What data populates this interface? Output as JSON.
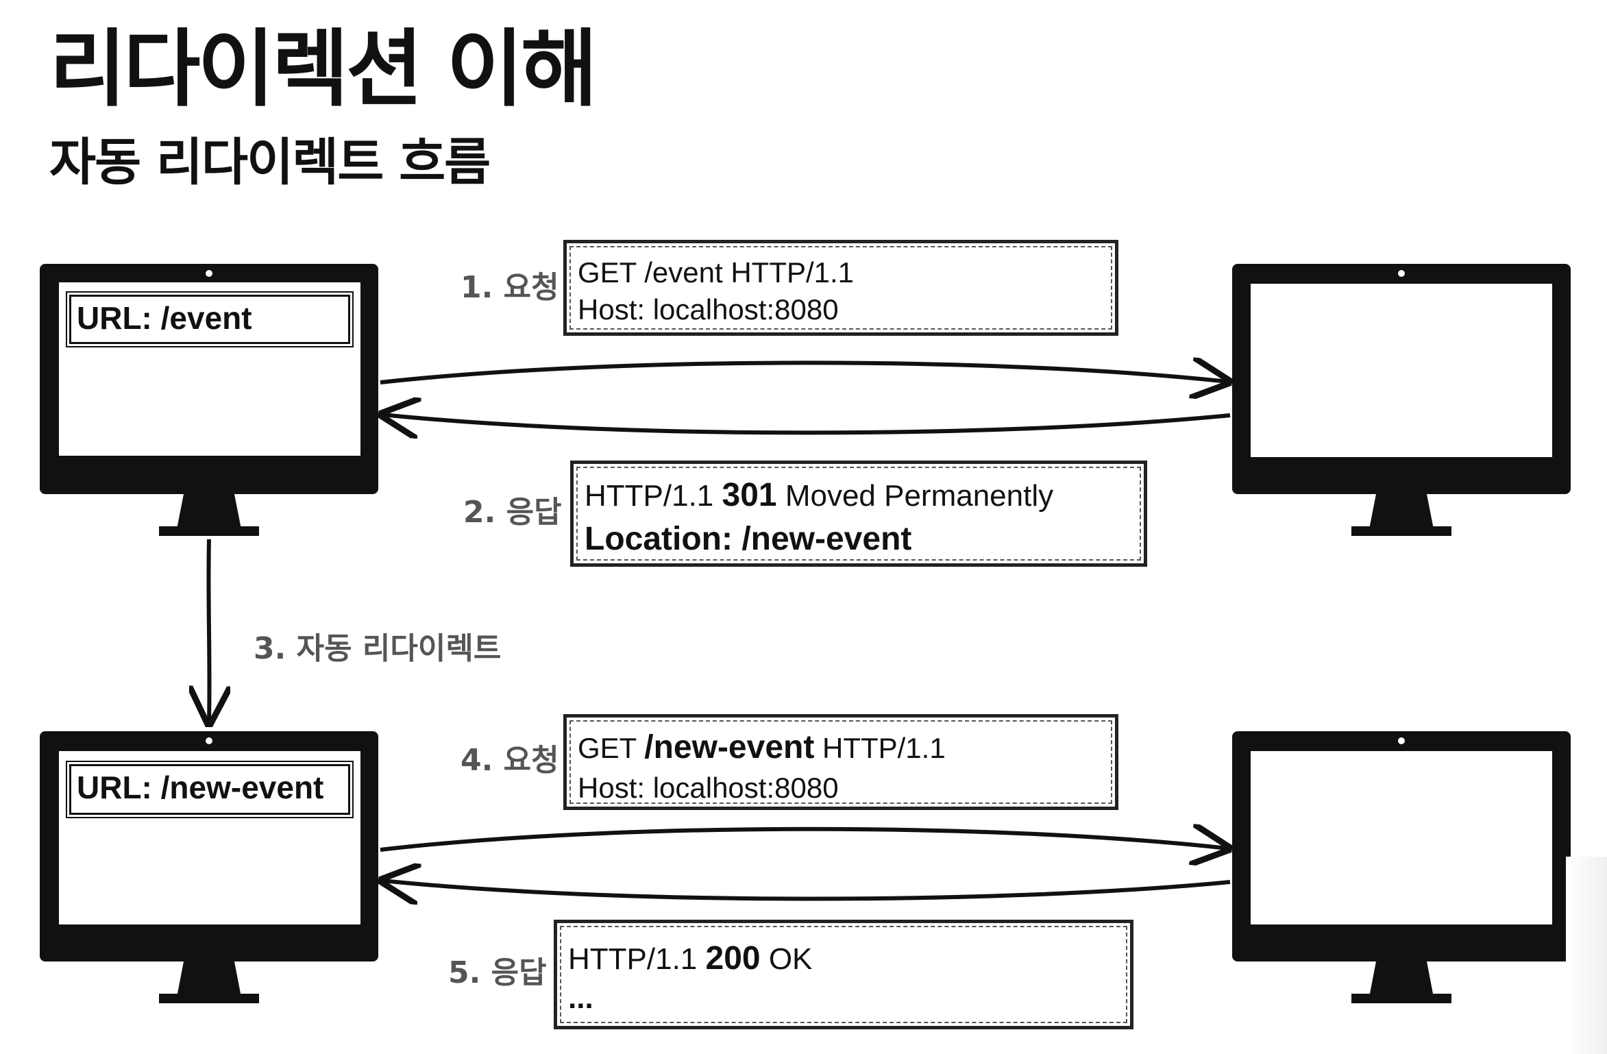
{
  "title": "리다이렉션 이해",
  "subtitle": "자동 리다이렉트 흐름",
  "steps": {
    "s1": "1. 요청",
    "s2": "2. 응답",
    "s3": "3. 자동 리다이렉트",
    "s4": "4. 요청",
    "s5": "5. 응답"
  },
  "client_top": {
    "url": "URL: /event"
  },
  "client_bottom": {
    "url": "URL: /new-event"
  },
  "request1": {
    "line1": "GET /event HTTP/1.1",
    "line2": "Host: localhost:8080"
  },
  "response1": {
    "prefix": "HTTP/1.1 ",
    "code": "301",
    "suffix": " Moved Permanently",
    "line2": "Location: /new-event"
  },
  "request2": {
    "prefix": "GET ",
    "path": "/new-event",
    "suffix": " HTTP/1.1",
    "line2": "Host: localhost:8080"
  },
  "response2": {
    "prefix": "HTTP/1.1 ",
    "code": "200",
    "suffix": " OK",
    "line2": "..."
  },
  "colors": {
    "ink": "#111111",
    "label": "#555555",
    "background": "#ffffff"
  }
}
